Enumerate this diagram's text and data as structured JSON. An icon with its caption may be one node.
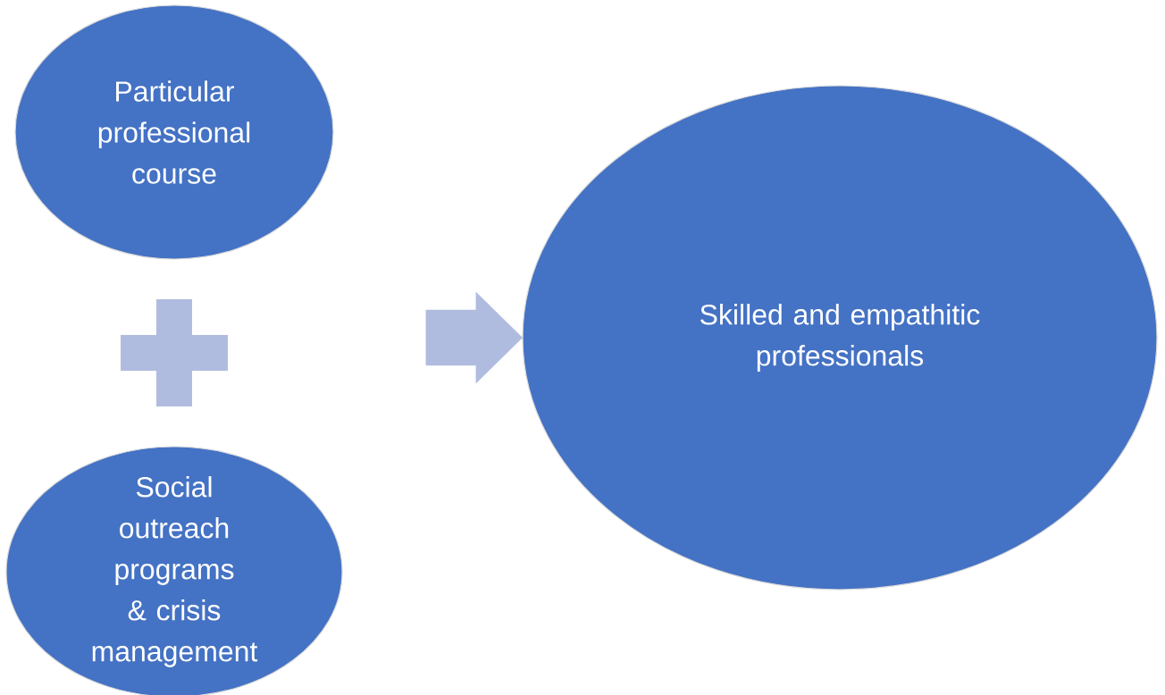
{
  "diagram": {
    "nodes": [
      {
        "text": [
          "Particular professional course"
        ]
      },
      {
        "text": [],
        "shape": "plus"
      },
      {
        "text": [
          "Social outreach programs & crisis management"
        ]
      },
      {
        "text": [
          "Skilled and empathitic professionals"
        ]
      }
    ],
    "edges": [
      {
        "from": null,
        "to": 3,
        "arrow": "to"
      }
    ]
  }
}
